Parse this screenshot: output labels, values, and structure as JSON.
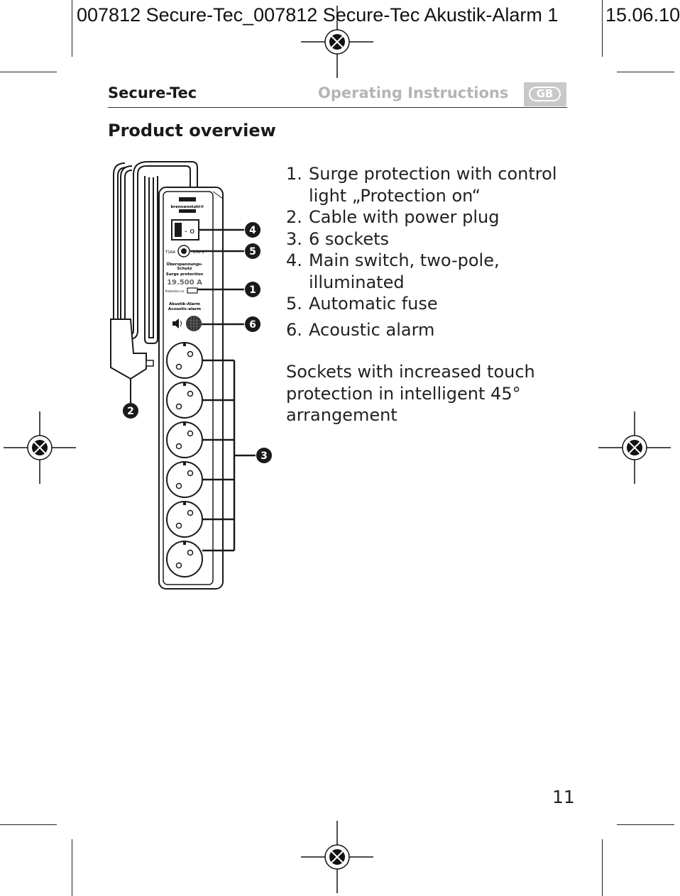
{
  "print_slug": {
    "job": "007812 Secure-Tec_007812 Secure-Tec Akustik-Alarm 1",
    "date": "15.06.10"
  },
  "header": {
    "brand": "Secure-Tec",
    "doc_type": "Operating Instructions",
    "language_badge": "GB"
  },
  "section_title": "Product overview",
  "features": [
    {
      "num": "1.",
      "text": "Surge protection with control light „Protection on“"
    },
    {
      "num": "2.",
      "text": "Cable with power plug"
    },
    {
      "num": "3.",
      "text": "6 sockets"
    },
    {
      "num": "4.",
      "text": "Main switch, two-pole, illuminated"
    },
    {
      "num": "5.",
      "text": "Automatic fuse"
    },
    {
      "num": "6.",
      "text": "Acoustic alarm"
    }
  ],
  "note": "Sockets with increased touch protection in intelligent 45° arrangement",
  "illustration": {
    "device_labels": {
      "logo": "brennenstuhl®",
      "fuse_rating": "T16A",
      "voltage": "250 V",
      "surge_de_1": "Überspannungs-",
      "surge_de_2": "Schutz",
      "surge_en": "Surge protection",
      "surge_value": "19.500 A",
      "protection_on": "Protection on",
      "alarm_de": "Akustik-Alarm",
      "alarm_en": "Acoustic-alarm"
    },
    "callouts": [
      "1",
      "2",
      "3",
      "4",
      "5",
      "6"
    ]
  },
  "page_number": "11"
}
